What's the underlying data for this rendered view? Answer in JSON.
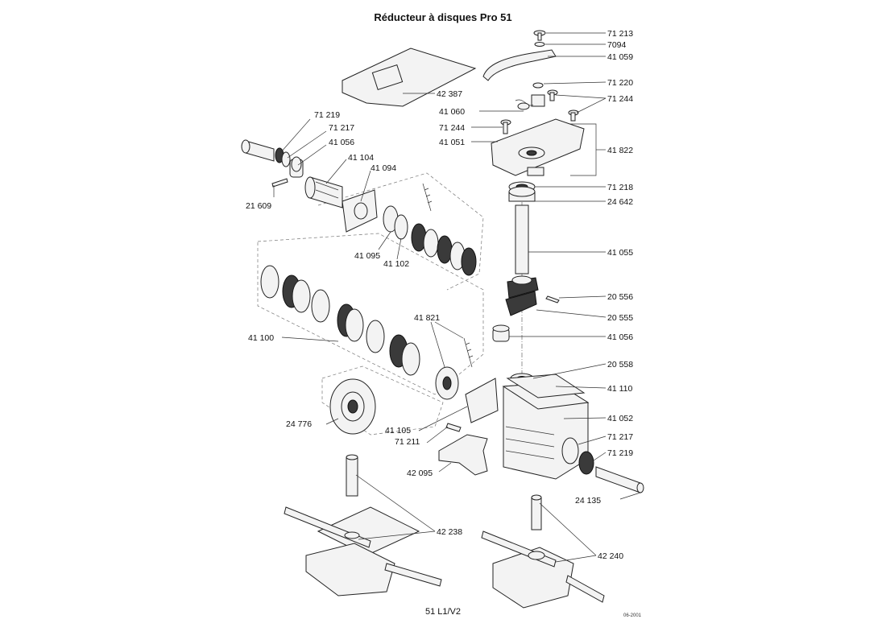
{
  "title": "Réducteur à disques Pro 51",
  "footer": "51 L1/V2",
  "date_code": "06-2001",
  "labels": {
    "l71213": "71 213",
    "l7094": "7094",
    "l41059": "41 059",
    "l42387": "42 387",
    "l71220": "71 220",
    "l71244a": "71 244",
    "l41060": "41 060",
    "l71244b": "71 244",
    "l41051": "41 051",
    "l41822": "41 822",
    "l71219a": "71 219",
    "l71217a": "71 217",
    "l41056a": "41 056",
    "l41104": "41 104",
    "l41094": "41 094",
    "l21609": "21 609",
    "l71218": "71 218",
    "l24642": "24 642",
    "l41055": "41 055",
    "l41095": "41 095",
    "l41102": "41 102",
    "l20556": "20 556",
    "l20555": "20 555",
    "l41100": "41 100",
    "l41821": "41 821",
    "l41056b": "41 056",
    "l20558": "20 558",
    "l41110": "41 110",
    "l24776": "24 776",
    "l41052": "41 052",
    "l41105": "41 105",
    "l71211": "71 211",
    "l71217b": "71 217",
    "l71219b": "71 219",
    "l42095": "42 095",
    "l24135": "24 135",
    "l42238": "42 238",
    "l42240": "42 240"
  }
}
